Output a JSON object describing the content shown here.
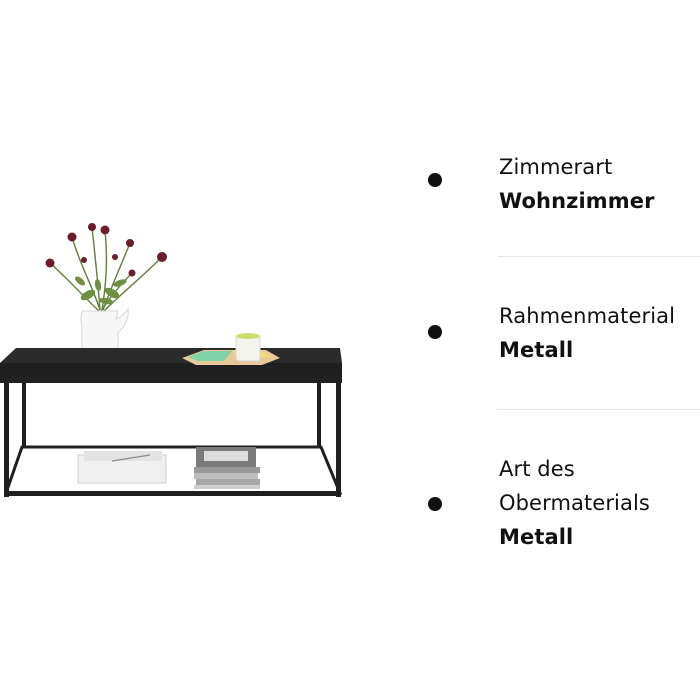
{
  "features": [
    {
      "icon": "bullet",
      "label": "Zimmerart",
      "value": "Wohnzimmer"
    },
    {
      "icon": "bullet",
      "label": "Rahmenmaterial",
      "value": "Metall"
    },
    {
      "icon": "bullet",
      "label": "Art des Obermaterials",
      "value": "Metall"
    }
  ],
  "colors": {
    "text": "#111111",
    "divider": "#e6e6e6",
    "table": "#1f1f1f"
  }
}
